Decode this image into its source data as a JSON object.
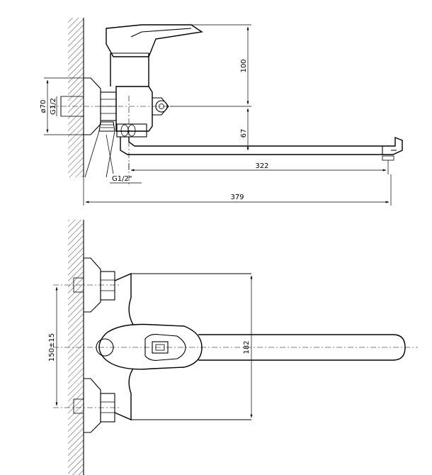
{
  "dimensions": {
    "height_handle": "100",
    "height_spout": "67",
    "spout_reach": "322",
    "overall_length": "379",
    "flange_diameter": "ø70",
    "inlet_thread": "G1/2",
    "outlet_thread": "G1/2\"",
    "inlet_spacing": "150±15",
    "body_height": "182"
  }
}
